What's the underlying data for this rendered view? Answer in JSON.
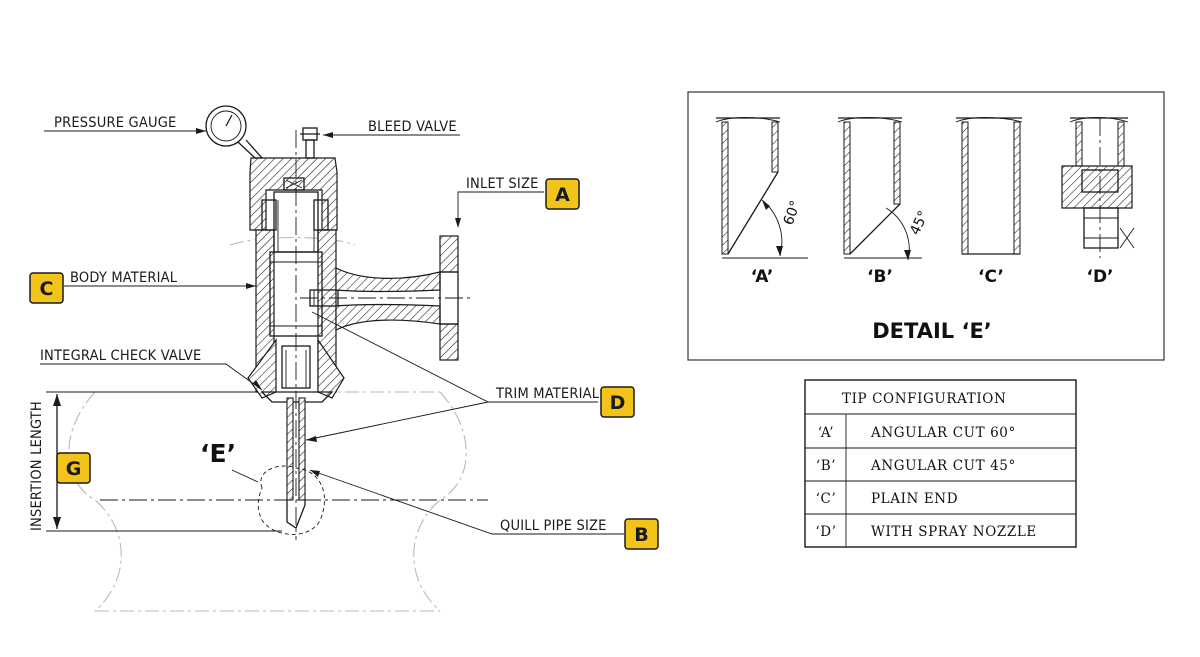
{
  "callouts": {
    "pressure_gauge": "PRESSURE GAUGE",
    "bleed_valve": "BLEED VALVE",
    "inlet_size": "INLET SIZE",
    "body_material": "BODY MATERIAL",
    "integral_check_valve": "INTEGRAL CHECK VALVE",
    "trim_material": "TRIM MATERIAL",
    "quill_pipe_size": "QUILL PIPE SIZE",
    "insertion_length": "INSERTION LENGTH"
  },
  "badges": {
    "a": "A",
    "b": "B",
    "c": "C",
    "d": "D",
    "g": "G"
  },
  "badge_color": "#f2c318",
  "detail_marker": "‘E’",
  "detail": {
    "title": "DETAIL ‘E’",
    "tips": [
      "‘A’",
      "‘B’",
      "‘C’",
      "‘D’"
    ],
    "angle_a": "60°",
    "angle_b": "45°"
  },
  "tip_table": {
    "header": "TIP CONFIGURATION",
    "rows": [
      {
        "code": "‘A’",
        "description": "ANGULAR CUT 60°"
      },
      {
        "code": "‘B’",
        "description": "ANGULAR CUT 45°"
      },
      {
        "code": "‘C’",
        "description": "PLAIN END"
      },
      {
        "code": "‘D’",
        "description": "WITH SPRAY NOZZLE"
      }
    ]
  }
}
